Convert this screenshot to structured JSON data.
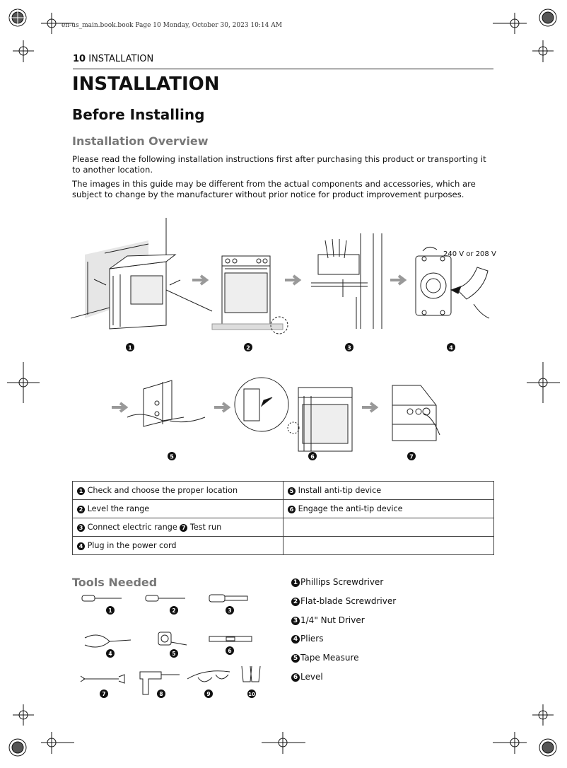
{
  "slug": "en-us_main.book.book  Page 10  Monday, October 30, 2023  10:14 AM",
  "header": {
    "page_number": "10",
    "section": "INSTALLATION"
  },
  "title": "INSTALLATION",
  "subtitle": "Before Installing",
  "overview": {
    "heading": "Installation Overview",
    "para1": "Please read the following installation instructions first after purchasing this product or transporting it to another location.",
    "para2": "The images in this guide may be different from the actual components and accessories, which are subject to change by the manufacturer without prior notice for product improvement purposes."
  },
  "figure": {
    "voltage_label": "240 V or 208 V",
    "step_numbers": [
      "1",
      "2",
      "3",
      "4",
      "5",
      "6",
      "7"
    ]
  },
  "steps_table": {
    "rows": [
      {
        "left_num": "1",
        "left": "Check and choose the proper location",
        "right_num": "5",
        "right": "Install anti-tip device"
      },
      {
        "left_num": "2",
        "left": "Level the range",
        "right_num": "6",
        "right": "Engage the anti-tip device"
      },
      {
        "left_num": "3",
        "left": "Connect electric range",
        "left_extra_num": "7",
        "left_extra": "Test run",
        "right_num": "",
        "right": ""
      },
      {
        "left_num": "4",
        "left": "Plug in the power cord",
        "right_num": "",
        "right": ""
      }
    ]
  },
  "tools": {
    "heading": "Tools Needed",
    "image_numbers": [
      "1",
      "2",
      "3",
      "4",
      "5",
      "6",
      "7",
      "8",
      "9",
      "10"
    ],
    "list": [
      {
        "num": "1",
        "label": "Phillips Screwdriver"
      },
      {
        "num": "2",
        "label": "Flat-blade Screwdriver"
      },
      {
        "num": "3",
        "label": "1/4\" Nut Driver"
      },
      {
        "num": "4",
        "label": "Pliers"
      },
      {
        "num": "5",
        "label": "Tape Measure"
      },
      {
        "num": "6",
        "label": "Level"
      }
    ]
  }
}
